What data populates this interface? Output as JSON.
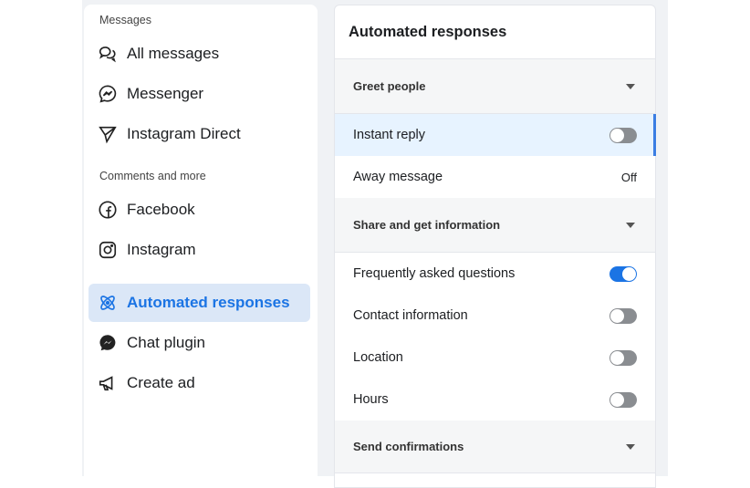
{
  "sidebar": {
    "section_messages": "Messages",
    "section_comments": "Comments and more",
    "items": [
      {
        "label": "All messages",
        "icon": "chat-bubbles-icon"
      },
      {
        "label": "Messenger",
        "icon": "messenger-icon"
      },
      {
        "label": "Instagram Direct",
        "icon": "paper-plane-icon"
      },
      {
        "label": "Facebook",
        "icon": "facebook-icon"
      },
      {
        "label": "Instagram",
        "icon": "instagram-icon"
      },
      {
        "label": "Automated responses",
        "icon": "atom-icon",
        "active": true
      },
      {
        "label": "Chat plugin",
        "icon": "messenger-icon"
      },
      {
        "label": "Create ad",
        "icon": "megaphone-icon"
      }
    ]
  },
  "panel": {
    "title": "Automated responses",
    "groups": [
      {
        "label": "Greet people",
        "rows": [
          {
            "label": "Instant reply",
            "state": "off"
          },
          {
            "label": "Away message",
            "value": "Off"
          }
        ]
      },
      {
        "label": "Share and get information",
        "rows": [
          {
            "label": "Frequently asked questions",
            "state": "on"
          },
          {
            "label": "Contact information",
            "state": "off"
          },
          {
            "label": "Location",
            "state": "off"
          },
          {
            "label": "Hours",
            "state": "off"
          }
        ]
      },
      {
        "label": "Send confirmations"
      }
    ]
  },
  "colors": {
    "accent": "#1b74e4",
    "active_bg": "#dbe7f7"
  }
}
